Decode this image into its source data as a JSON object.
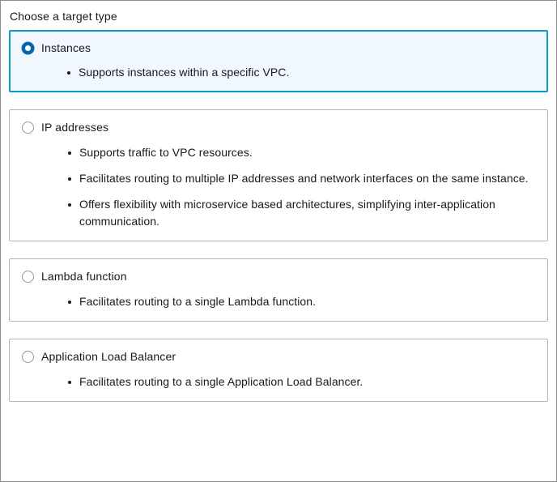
{
  "panel": {
    "legend": "Choose a target type",
    "accent_color": "#0a9bc4",
    "selected_background": "#f1f8fd",
    "radio_checked_color": "#0a64a8",
    "border_color": "#aab7b8",
    "text_color": "#16191f"
  },
  "options": [
    {
      "id": "instances",
      "label": "Instances",
      "selected": true,
      "bullets": [
        "Supports instances within a specific VPC."
      ]
    },
    {
      "id": "ip-addresses",
      "label": "IP addresses",
      "selected": false,
      "bullets": [
        "Supports traffic to VPC resources.",
        "Facilitates routing to multiple IP addresses and network interfaces on the same instance.",
        "Offers flexibility with microservice based architectures, simplifying inter-application communication."
      ]
    },
    {
      "id": "lambda-function",
      "label": "Lambda function",
      "selected": false,
      "bullets": [
        "Facilitates routing to a single Lambda function."
      ]
    },
    {
      "id": "application-load-balancer",
      "label": "Application Load Balancer",
      "selected": false,
      "bullets": [
        "Facilitates routing to a single Application Load Balancer."
      ]
    }
  ]
}
